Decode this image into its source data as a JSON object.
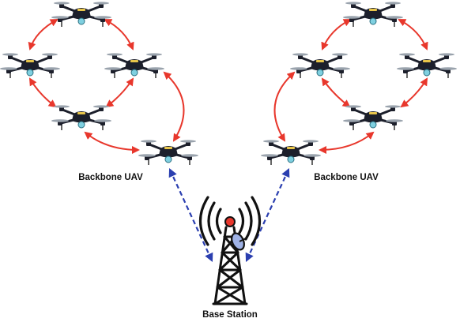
{
  "labels": {
    "backbone_left": "Backbone UAV",
    "backbone_right": "Backbone UAV",
    "base_station": "Base Station"
  },
  "colors": {
    "uav_link": "#e8372c",
    "backhaul_link": "#2b3fb0",
    "drone_body": "#1c1f2b",
    "propeller": "#9aa3ad",
    "camera": "#7fd0e0",
    "tower": "#111111",
    "beacon": "#e8372c",
    "dish": "#9fb2e6"
  },
  "icons": {
    "drone": "quadcopter-drone-icon",
    "tower": "radio-tower-icon"
  }
}
